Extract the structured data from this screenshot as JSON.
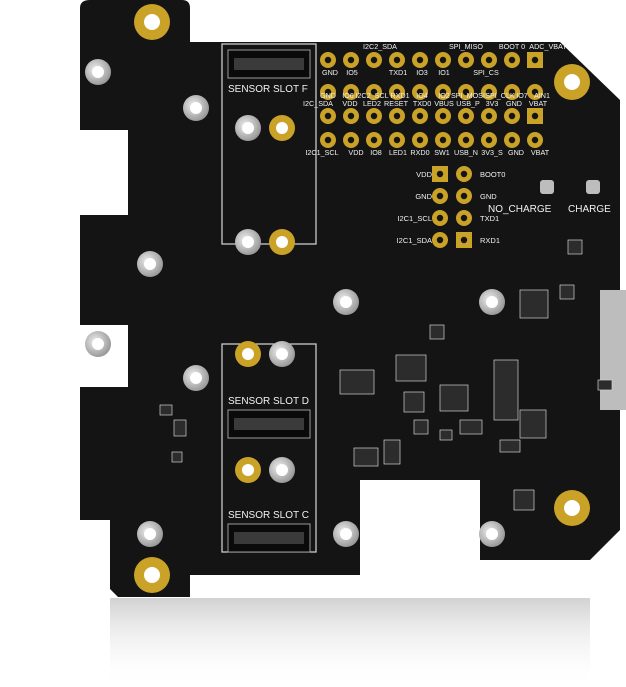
{
  "image": {
    "subject": "pcb-expansion-board",
    "colors": {
      "board": "#141414",
      "silkscreen": "#f2f2f2",
      "gold": "#c9a227",
      "mount_silver": "#bdbdbd",
      "background": "#ffffff"
    }
  },
  "silkscreen": {
    "slot_f": "SENSOR SLOT F",
    "slot_d": "SENSOR SLOT D",
    "slot_c": "SENSOR SLOT C",
    "no_charge": "NO_CHARGE",
    "charge": "CHARGE",
    "header_top_row1": [
      "I2C2_SDA",
      "SPI_MISO",
      "BOOT 0",
      "ADC_VBAT"
    ],
    "header_top_row2": [
      "GND",
      "IO5",
      "TXD1",
      "IO3",
      "IO1",
      "SPI_CS"
    ],
    "header_mid_row1": [
      "GND",
      "IO6",
      "I2C2_SCL",
      "RXD1",
      "IO4",
      "IO2",
      "SPI_MOSI",
      "SPI_CLK",
      "IO7",
      "AIN1"
    ],
    "header_mid_row2": [
      "I2C_SDA",
      "VDD",
      "LED2",
      "RESET",
      "TXD0",
      "VBUS",
      "USB_P",
      "3V3",
      "GND",
      "VBAT"
    ],
    "header_bottom_row": [
      "I2C1_SCL",
      "VDD",
      "IO8",
      "LED1",
      "RXD0",
      "SW1",
      "USB_N",
      "3V3_S",
      "GND",
      "VBAT"
    ],
    "small_header_left": [
      "VDD",
      "GND",
      "I2C1_SCL",
      "I2C1_SDA"
    ],
    "small_header_right": [
      "BOOT0",
      "GND",
      "TXD1",
      "RXD1"
    ]
  }
}
